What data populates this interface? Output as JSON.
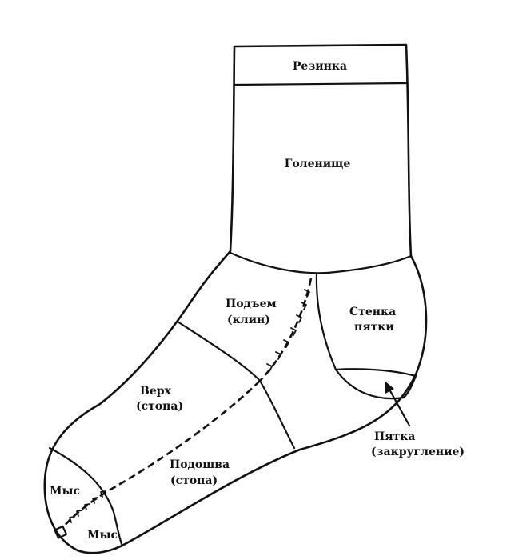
{
  "labels": {
    "rib": "Резинка",
    "leg": "Голенище",
    "instep_line1": "Подъем",
    "instep_line2": "(клин)",
    "heel_flap_line1": "Стенка",
    "heel_flap_line2": "пятки",
    "heel_turn_line1": "Пятка",
    "heel_turn_line2": "(закругление)",
    "top_line1": "Верх",
    "top_line2": "(стопа)",
    "sole_line1": "Подошва",
    "sole_line2": "(стопа)",
    "toe_top": "Мыс",
    "toe_bottom": "Мыс"
  }
}
